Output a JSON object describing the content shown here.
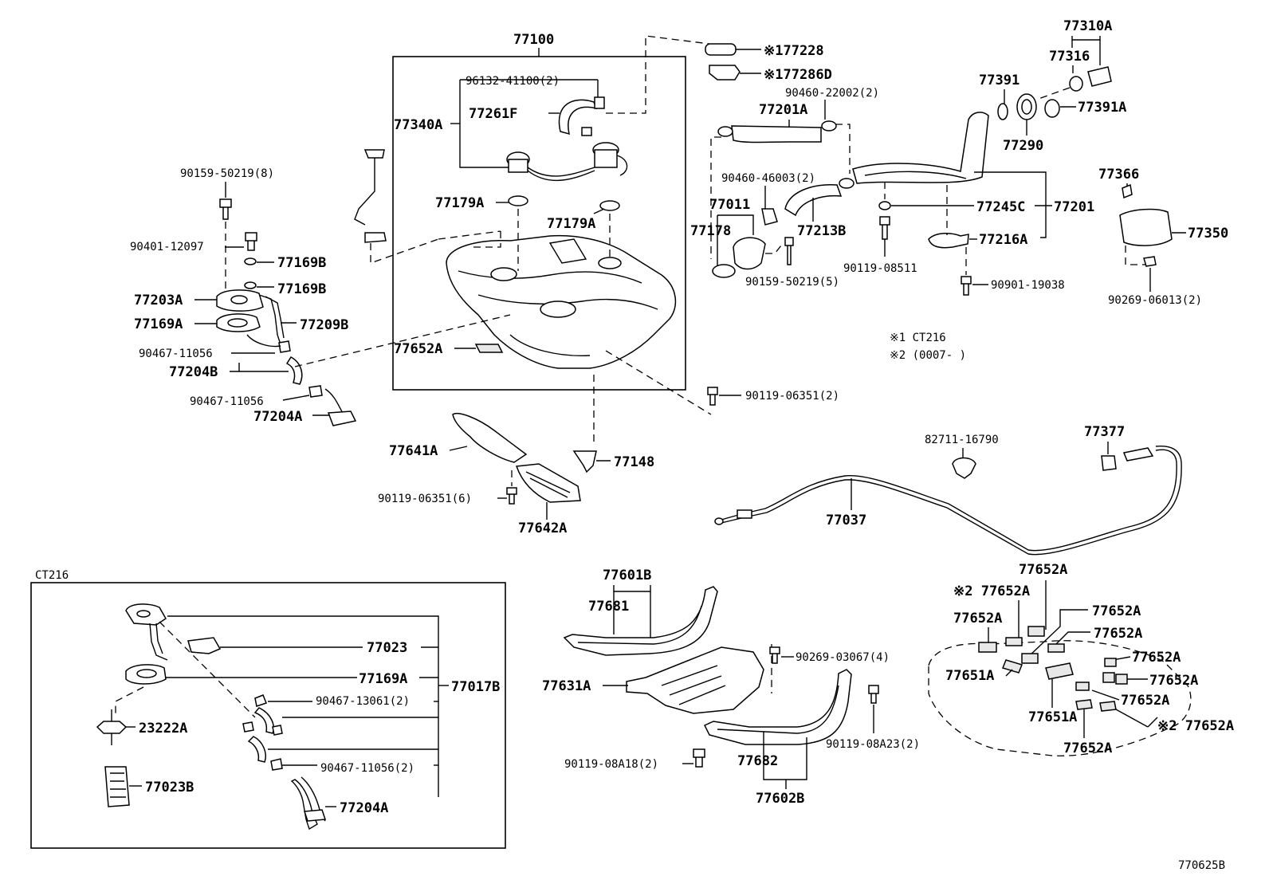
{
  "labels": {
    "l77100": "77100",
    "l96132": "96132-41100(2)",
    "l77340A": "77340A",
    "l77261F": "77261F",
    "l77179A_1": "77179A",
    "l77179A_2": "77179A",
    "l77652A_tank": "77652A",
    "l177228": "※177228",
    "l177286D": "※177286D",
    "l90460_22002": "90460-22002(2)",
    "l77201A": "77201A",
    "l90460_46003": "90460-46003(2)",
    "l77011": "77011",
    "l77178": "77178",
    "l77213B": "77213B",
    "l90159_50219_5": "90159-50219(5)",
    "l90119_08511": "90119-08511",
    "l77245C": "77245C",
    "l77201": "77201",
    "l77216A": "77216A",
    "l90901_19038": "90901-19038",
    "l77391": "77391",
    "l77290": "77290",
    "l77391A": "77391A",
    "l77316": "77316",
    "l77310A": "77310A",
    "l77366": "77366",
    "l77350": "77350",
    "l90269_06013": "90269-06013(2)",
    "note1": "※1 CT216",
    "note2": "※2 (0007-      )",
    "l90119_06351_2": "90119-06351(2)",
    "l90159_50219_8": "90159-50219(8)",
    "l90401_12097": "90401-12097",
    "l77169B_1": "77169B",
    "l77169B_2": "77169B",
    "l77203A": "77203A",
    "l77169A": "77169A",
    "l77209B": "77209B",
    "l90467_11056_1": "90467-11056",
    "l77204B": "77204B",
    "l90467_11056_2": "90467-11056",
    "l77204A": "77204A",
    "l77641A": "77641A",
    "l77148": "77148",
    "l90119_06351_6": "90119-06351(6)",
    "l77642A": "77642A",
    "l82711_16790": "82711-16790",
    "l77377": "77377",
    "l77037": "77037",
    "lCT216": "CT216",
    "l77023": "77023",
    "l77169A_ct": "77169A",
    "l77017B": "77017B",
    "l90467_13061": "90467-13061(2)",
    "l23222A": "23222A",
    "l90467_11056_ct": "90467-11056(2)",
    "l77023B": "77023B",
    "l77204A_ct": "77204A",
    "l77601B": "77601B",
    "l77681": "77681",
    "l90269_03067": "90269-03067(4)",
    "l77631A": "77631A",
    "l90119_08A23": "90119-08A23(2)",
    "l90119_08A18": "90119-08A18(2)",
    "l77682": "77682",
    "l77602B": "77602B",
    "p77652A_top": "77652A",
    "p77652A_n2a": "※2 77652A",
    "p77652A_a": "77652A",
    "p77652A_b": "77652A",
    "p77652A_c": "77652A",
    "p77651A_1": "77651A",
    "p77652A_d": "77652A",
    "p77652A_e": "77652A",
    "p77652A_f": "77652A",
    "p77651A_2": "77651A",
    "p77652A_n2b": "※2 77652A",
    "p77652A_g": "77652A",
    "code": "770625B"
  }
}
